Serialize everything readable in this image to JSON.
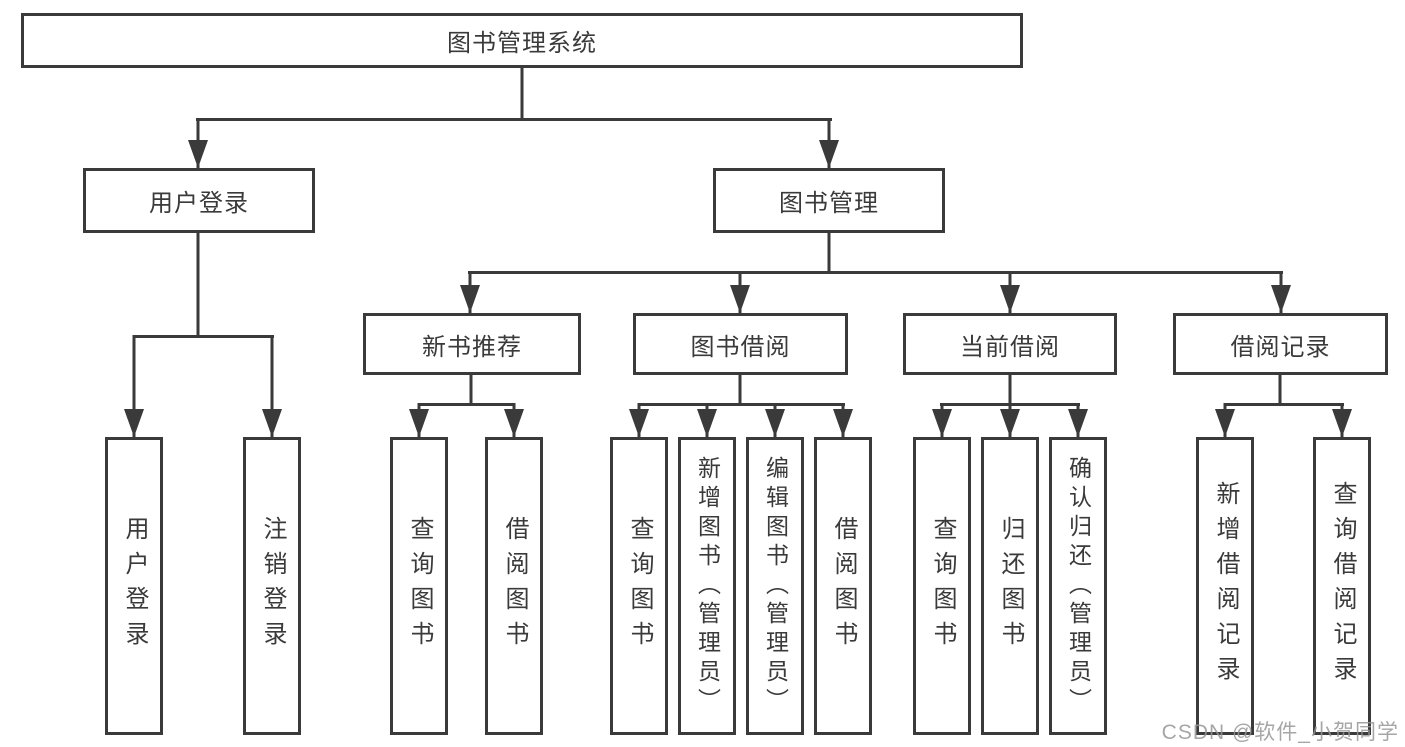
{
  "diagram": {
    "root": "图书管理系统",
    "level2": [
      "用户登录",
      "图书管理"
    ],
    "level3": [
      "新书推荐",
      "图书借阅",
      "当前借阅",
      "借阅记录"
    ],
    "leaves_user": [
      "用户登录",
      "注销登录"
    ],
    "leaves_recommend": [
      "查询图书",
      "借阅图书"
    ],
    "leaves_borrow": [
      "查询图书",
      "新增图书（管理员）",
      "编辑图书（管理员）",
      "借阅图书"
    ],
    "leaves_current": [
      "查询图书",
      "归还图书",
      "确认归还（管理员）"
    ],
    "leaves_records": [
      "新增借阅记录",
      "查询借阅记录"
    ]
  },
  "watermark": "CSDN @软件_小贺同学",
  "colors": {
    "line": "#3a3a3a",
    "text": "#3a3a3a",
    "background": "#ffffff",
    "watermark": "#969696"
  }
}
